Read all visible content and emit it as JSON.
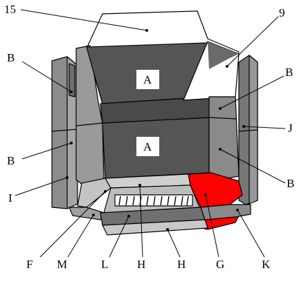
{
  "diagram": {
    "panel_labels": {
      "upper": "A",
      "lower": "A"
    },
    "callouts": {
      "c15": "15",
      "c9": "9",
      "b_top_left": "B",
      "b_top_right": "B",
      "b_mid_left": "B",
      "b_mid_right": "B",
      "j": "J",
      "i": "I",
      "f": "F",
      "m": "M",
      "l": "L",
      "h1": "H",
      "h2": "H",
      "g": "G",
      "k": "K"
    },
    "colors": {
      "dark_panel": "#555555",
      "mid_panel": "#8a8a8a",
      "light_panel": "#b4b4b4",
      "pale_panel": "#d0d0d0",
      "highlight": "#ff0000",
      "label_box": "#ffffff"
    }
  }
}
